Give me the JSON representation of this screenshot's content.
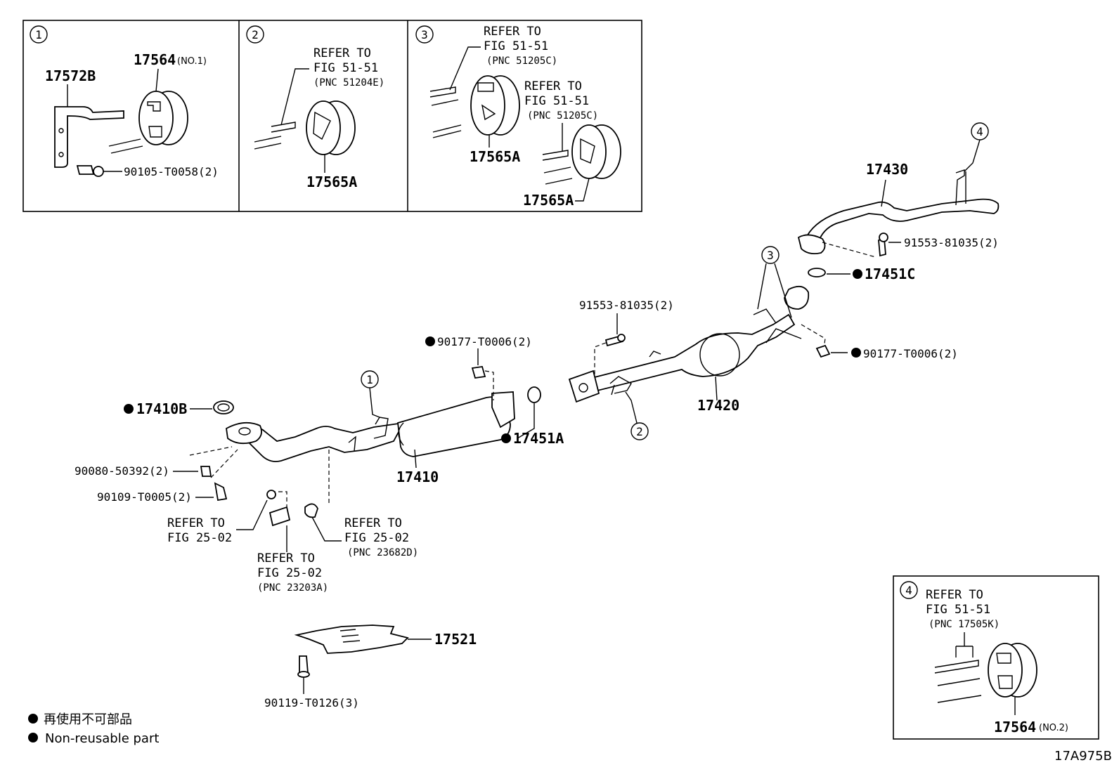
{
  "panels": {
    "p1": {
      "num": "1",
      "pn_17572b": "17572B",
      "pn_17564": "17564",
      "pn_17564_note": "(NO.1)",
      "bolt": "90105-T0058(2)"
    },
    "p2": {
      "num": "2",
      "ref1": "REFER TO",
      "ref2": "FIG 51-51",
      "ref3": "(PNC 51204E)",
      "pn": "17565A"
    },
    "p3": {
      "num": "3",
      "refa1": "REFER TO",
      "refa2": "FIG 51-51",
      "refa3": "(PNC 51205C)",
      "refb1": "REFER TO",
      "refb2": "FIG 51-51",
      "refb3": "(PNC 51205C)",
      "pn_a": "17565A",
      "pn_b": "17565A"
    },
    "p4": {
      "num": "4",
      "ref1": "REFER TO",
      "ref2": "FIG 51-51",
      "ref3": "(PNC 17505K)",
      "pn": "17564",
      "pn_note": "(NO.2)"
    }
  },
  "callouts": {
    "c1": "1",
    "c2": "2",
    "c3": "3",
    "c4": "4"
  },
  "parts": {
    "p17430": "17430",
    "p91553_top": "91553-81035(2)",
    "p17451c": "17451C",
    "p91553_mid": "91553-81035(2)",
    "p90177_right": "90177-T0006(2)",
    "p17420": "17420",
    "p90177_mid": "90177-T0006(2)",
    "p17410b": "17410B",
    "p17451a": "17451A",
    "p17410": "17410",
    "p90080": "90080-50392(2)",
    "p90109": "90109-T0005(2)",
    "p17521": "17521",
    "p90119": "90119-T0126(3)"
  },
  "refs": {
    "r1a": "REFER TO",
    "r1b": "FIG 25-02",
    "r2a": "REFER TO",
    "r2b": "FIG 25-02",
    "r2c": "(PNC 23203A)",
    "r3a": "REFER TO",
    "r3b": "FIG 25-02",
    "r3c": "(PNC 23682D)"
  },
  "legend": {
    "line1": "再使用不可部品",
    "line2": "Non-reusable part"
  },
  "figure_id": "17A975B"
}
